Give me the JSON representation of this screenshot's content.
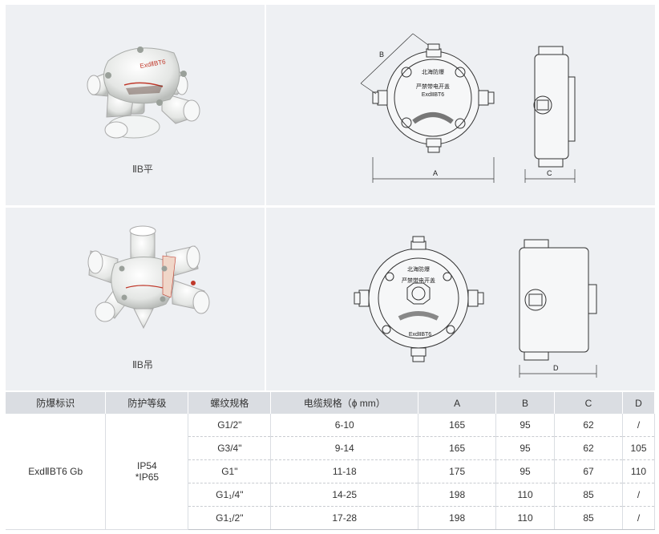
{
  "products": [
    {
      "label": "ⅡB平",
      "front_view": {
        "enclosure_text": [
          "北海防爆",
          "严禁带电开盖",
          "ExdⅡBT6"
        ],
        "dimensions": [
          "A",
          "B"
        ]
      },
      "side_view": {
        "dimensions": [
          "C"
        ]
      }
    },
    {
      "label": "ⅡB吊",
      "front_view": {
        "enclosure_text": [
          "北海防爆",
          "严禁带电开盖",
          "ExdⅡBT6"
        ]
      },
      "side_view": {
        "dimensions": [
          "D"
        ]
      }
    }
  ],
  "photo_text": {
    "top": "ExdⅡBT6"
  },
  "table": {
    "headers": [
      "防爆标识",
      "防护等级",
      "螺纹规格",
      "电缆规格（ϕ mm）",
      "A",
      "B",
      "C",
      "D"
    ],
    "explosion_mark": "ExdⅡBT6 Gb",
    "protection": [
      "IP54",
      "*IP65"
    ],
    "rows": [
      [
        "G1/2\"",
        "6-10",
        "165",
        "95",
        "62",
        "/"
      ],
      [
        "G3/4\"",
        "9-14",
        "165",
        "95",
        "62",
        "105"
      ],
      [
        "G1\"",
        "11-18",
        "175",
        "95",
        "67",
        "110"
      ],
      [
        "G1₁/4\"",
        "14-25",
        "198",
        "110",
        "85",
        "/"
      ],
      [
        "G1₁/2\"",
        "17-28",
        "198",
        "110",
        "85",
        "/"
      ]
    ]
  }
}
